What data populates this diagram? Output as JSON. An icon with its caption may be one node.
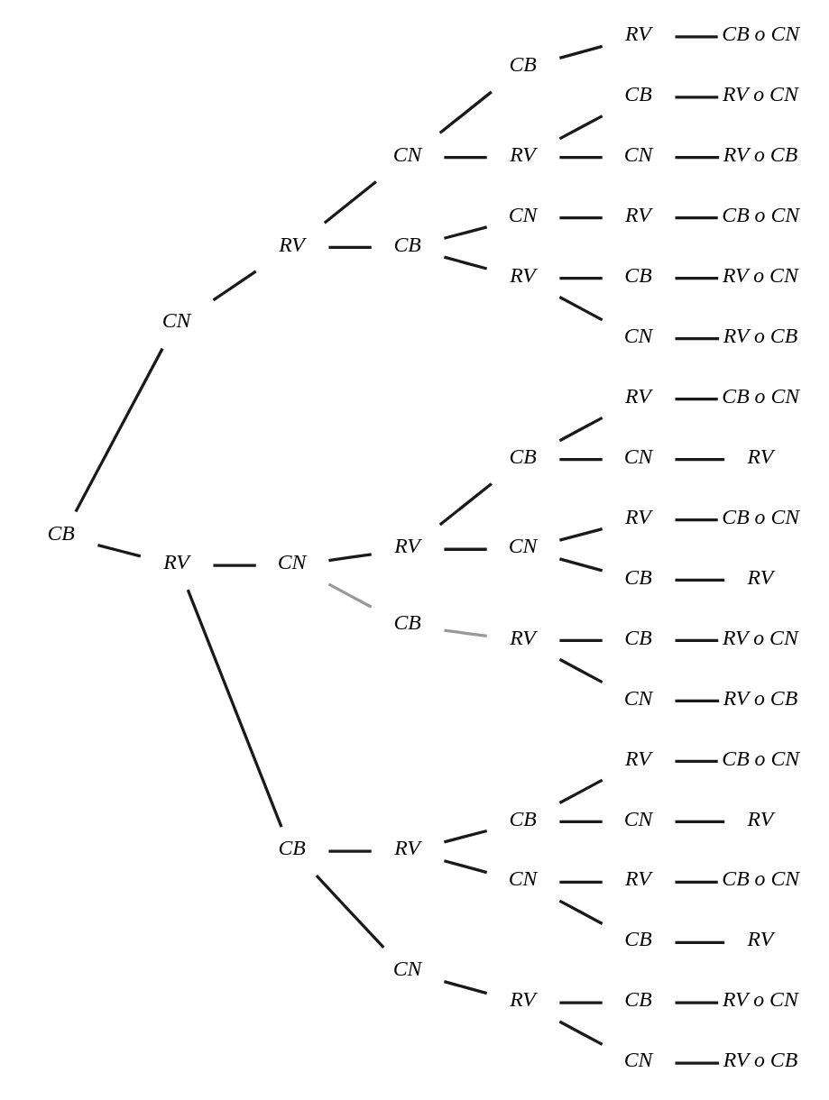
{
  "diagram": {
    "nodes": [
      {
        "text": [
          "CB"
        ]
      },
      {
        "text": [
          "CN"
        ]
      },
      {
        "text": [
          "RV"
        ]
      },
      {
        "text": [
          "CN"
        ]
      },
      {
        "text": [
          "CB"
        ]
      },
      {
        "text": [
          "RV"
        ]
      },
      {
        "text": [
          "CB o CN"
        ]
      },
      {
        "text": [
          "RV"
        ]
      },
      {
        "text": [
          "CB"
        ]
      },
      {
        "text": [
          "RV o CN"
        ]
      },
      {
        "text": [
          "CN"
        ]
      },
      {
        "text": [
          "RV o CB"
        ]
      },
      {
        "text": [
          "CB"
        ]
      },
      {
        "text": [
          "CN"
        ]
      },
      {
        "text": [
          "RV"
        ]
      },
      {
        "text": [
          "CB o CN"
        ]
      },
      {
        "text": [
          "RV"
        ]
      },
      {
        "text": [
          "CB"
        ]
      },
      {
        "text": [
          "RV o CN"
        ]
      },
      {
        "text": [
          "CN"
        ]
      },
      {
        "text": [
          "RV o CB"
        ]
      },
      {
        "text": [
          "RV"
        ]
      },
      {
        "text": [
          "CN"
        ]
      },
      {
        "text": [
          "RV"
        ]
      },
      {
        "text": [
          "CB"
        ]
      },
      {
        "text": [
          "RV"
        ]
      },
      {
        "text": [
          "CB o CN"
        ]
      },
      {
        "text": [
          "CN"
        ]
      },
      {
        "text": [
          "RV"
        ]
      },
      {
        "text": [
          "CN"
        ]
      },
      {
        "text": [
          "RV"
        ]
      },
      {
        "text": [
          "CB o CN"
        ]
      },
      {
        "text": [
          "CB"
        ]
      },
      {
        "text": [
          "RV"
        ]
      },
      {
        "text": [
          "CB"
        ]
      },
      {
        "text": [
          "RV"
        ]
      },
      {
        "text": [
          "CB"
        ]
      },
      {
        "text": [
          "RV o CN"
        ]
      },
      {
        "text": [
          "CN"
        ]
      },
      {
        "text": [
          "RV o CB"
        ]
      },
      {
        "text": [
          "CB"
        ]
      },
      {
        "text": [
          "RV"
        ]
      },
      {
        "text": [
          "CB"
        ]
      },
      {
        "text": [
          "RV"
        ]
      },
      {
        "text": [
          "CB o CN"
        ]
      },
      {
        "text": [
          "CN"
        ]
      },
      {
        "text": [
          "RV"
        ]
      },
      {
        "text": [
          "CN"
        ]
      },
      {
        "text": [
          "RV"
        ]
      },
      {
        "text": [
          "CB o CN"
        ]
      },
      {
        "text": [
          "CB"
        ]
      },
      {
        "text": [
          "RV"
        ]
      },
      {
        "text": [
          "CN"
        ]
      },
      {
        "text": [
          "RV"
        ]
      },
      {
        "text": [
          "CB"
        ]
      },
      {
        "text": [
          "RV o CN"
        ]
      },
      {
        "text": [
          "CN"
        ]
      },
      {
        "text": [
          "RV o CB"
        ]
      }
    ],
    "edges": [
      {
        "from": 0,
        "to": 1,
        "arrow": "none"
      },
      {
        "from": 0,
        "to": 21,
        "arrow": "none"
      },
      {
        "from": 1,
        "to": 2,
        "arrow": "none"
      },
      {
        "from": 2,
        "to": 3,
        "arrow": "none"
      },
      {
        "from": 2,
        "to": 12,
        "arrow": "none"
      },
      {
        "from": 3,
        "to": 4,
        "arrow": "none"
      },
      {
        "from": 3,
        "to": 7,
        "arrow": "none"
      },
      {
        "from": 4,
        "to": 5,
        "arrow": "none"
      },
      {
        "from": 5,
        "to": 6,
        "arrow": "none"
      },
      {
        "from": 7,
        "to": 8,
        "arrow": "none"
      },
      {
        "from": 8,
        "to": 9,
        "arrow": "none"
      },
      {
        "from": 7,
        "to": 10,
        "arrow": "none"
      },
      {
        "from": 10,
        "to": 11,
        "arrow": "none"
      },
      {
        "from": 12,
        "to": 13,
        "arrow": "none"
      },
      {
        "from": 13,
        "to": 14,
        "arrow": "none"
      },
      {
        "from": 14,
        "to": 15,
        "arrow": "none"
      },
      {
        "from": 12,
        "to": 16,
        "arrow": "none"
      },
      {
        "from": 16,
        "to": 17,
        "arrow": "none"
      },
      {
        "from": 17,
        "to": 18,
        "arrow": "none"
      },
      {
        "from": 16,
        "to": 19,
        "arrow": "none"
      },
      {
        "from": 19,
        "to": 20,
        "arrow": "none"
      },
      {
        "from": 21,
        "to": 22,
        "arrow": "none"
      },
      {
        "from": 21,
        "to": 40,
        "arrow": "none"
      },
      {
        "from": 22,
        "to": 23,
        "arrow": "none"
      },
      {
        "from": 22,
        "to": 34,
        "arrow": "none",
        "color": "#999999"
      },
      {
        "from": 23,
        "to": 24,
        "arrow": "none"
      },
      {
        "from": 24,
        "to": 25,
        "arrow": "none"
      },
      {
        "from": 25,
        "to": 26,
        "arrow": "none"
      },
      {
        "from": 24,
        "to": 27,
        "arrow": "none"
      },
      {
        "from": 27,
        "to": 28,
        "arrow": "none"
      },
      {
        "from": 23,
        "to": 29,
        "arrow": "none"
      },
      {
        "from": 29,
        "to": 30,
        "arrow": "none"
      },
      {
        "from": 30,
        "to": 31,
        "arrow": "none"
      },
      {
        "from": 29,
        "to": 32,
        "arrow": "none"
      },
      {
        "from": 32,
        "to": 33,
        "arrow": "none"
      },
      {
        "from": 34,
        "to": 35,
        "arrow": "none",
        "color": "#999999"
      },
      {
        "from": 35,
        "to": 36,
        "arrow": "none"
      },
      {
        "from": 36,
        "to": 37,
        "arrow": "none"
      },
      {
        "from": 35,
        "to": 38,
        "arrow": "none"
      },
      {
        "from": 38,
        "to": 39,
        "arrow": "none"
      },
      {
        "from": 40,
        "to": 41,
        "arrow": "none"
      },
      {
        "from": 40,
        "to": 52,
        "arrow": "none"
      },
      {
        "from": 41,
        "to": 42,
        "arrow": "none"
      },
      {
        "from": 42,
        "to": 43,
        "arrow": "none"
      },
      {
        "from": 43,
        "to": 44,
        "arrow": "none"
      },
      {
        "from": 42,
        "to": 45,
        "arrow": "none"
      },
      {
        "from": 45,
        "to": 46,
        "arrow": "none"
      },
      {
        "from": 41,
        "to": 47,
        "arrow": "none"
      },
      {
        "from": 47,
        "to": 48,
        "arrow": "none"
      },
      {
        "from": 48,
        "to": 49,
        "arrow": "none"
      },
      {
        "from": 47,
        "to": 50,
        "arrow": "none"
      },
      {
        "from": 50,
        "to": 51,
        "arrow": "none"
      },
      {
        "from": 52,
        "to": 53,
        "arrow": "none"
      },
      {
        "from": 53,
        "to": 54,
        "arrow": "none"
      },
      {
        "from": 54,
        "to": 55,
        "arrow": "none"
      },
      {
        "from": 53,
        "to": 56,
        "arrow": "none"
      },
      {
        "from": 56,
        "to": 57,
        "arrow": "none"
      }
    ]
  }
}
